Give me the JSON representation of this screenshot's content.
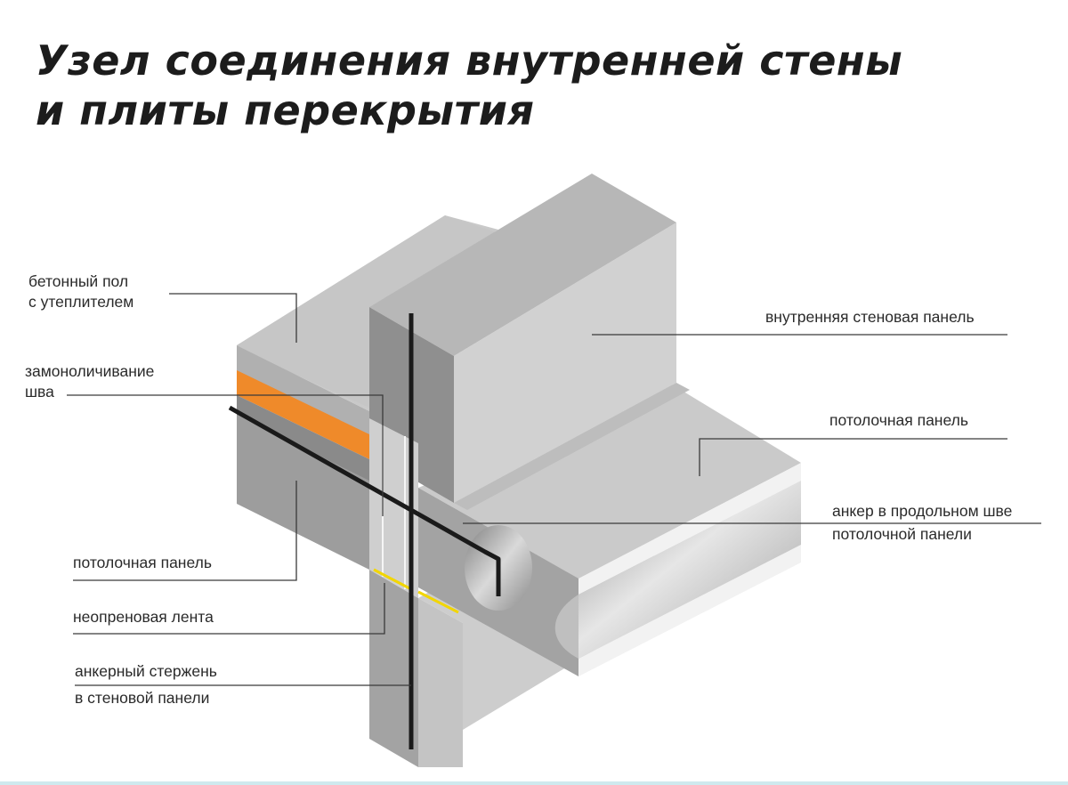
{
  "title": {
    "line1": "Узел соединения внутренней стены",
    "line2": "и плиты перекрытия"
  },
  "labels": {
    "floor_concrete": [
      "бетонный пол",
      "с утеплителем"
    ],
    "joint_grouting": [
      "замоноличивание",
      "шва"
    ],
    "ceiling_panel_left": [
      "потолочная панель"
    ],
    "neoprene_tape": [
      "неопреновая лента"
    ],
    "anchor_rod": [
      "анкерный стержень",
      "в стеновой панели"
    ],
    "inner_wall_panel": [
      "внутренняя стеновая панель"
    ],
    "ceiling_panel_right": [
      "потолочная панель"
    ],
    "anchor_seam": [
      "анкер в продольном шве",
      "потолочной панели"
    ]
  },
  "colors": {
    "wall_top": "#b3b3b3",
    "wall_front": "#d0d0d0",
    "wall_side": "#8e8e8e",
    "slab_top": "#cdcdcd",
    "slab_front": "#a6a6a6",
    "floor_top": "#c3c3c3",
    "insulation": "#ef8a2a",
    "tape": "#f2d600",
    "rod": "#1a1a1a",
    "leader": "#3a3a3a"
  }
}
